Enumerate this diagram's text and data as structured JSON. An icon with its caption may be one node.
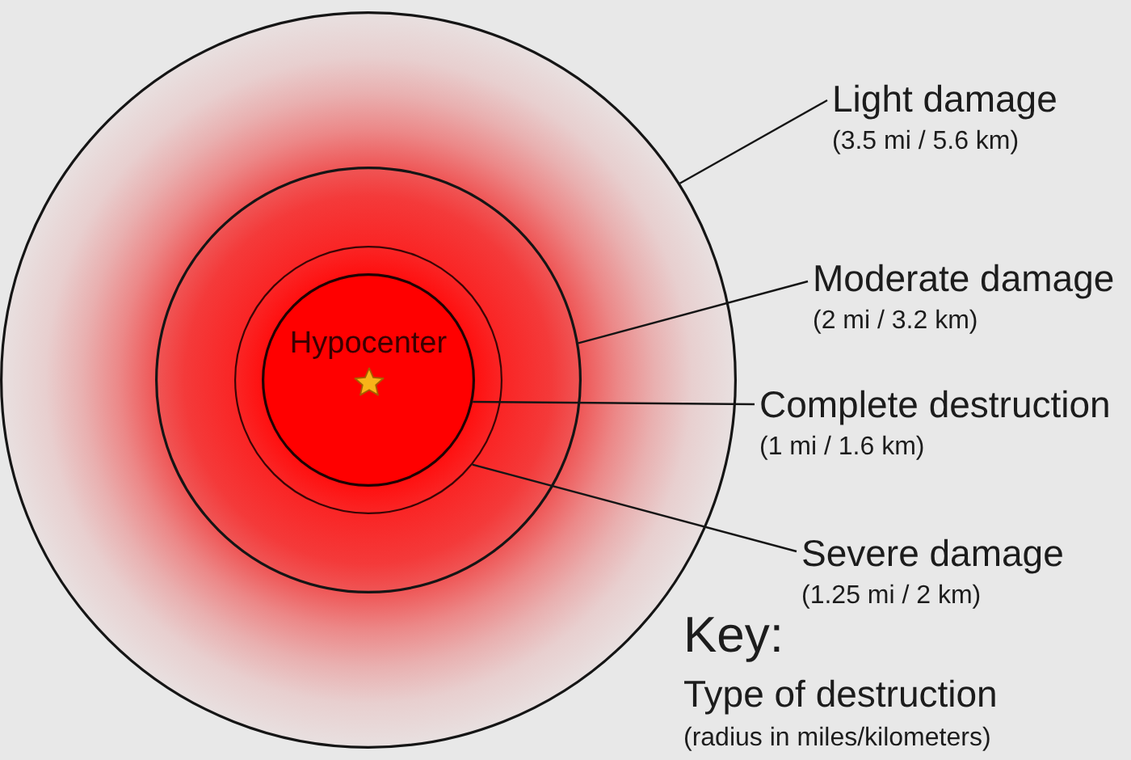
{
  "diagram": {
    "nodes": [
      {
        "text": [],
        "shape": "circle"
      },
      {
        "text": [],
        "shape": "circle",
        "in": 0
      },
      {
        "text": [],
        "shape": "circle",
        "in": 1
      },
      {
        "text": [
          "Hypocenter"
        ],
        "in": 2
      },
      {
        "text": [
          "Light damage",
          "(3.5 mi / 5.6 km)"
        ]
      },
      {
        "text": [
          "Moderate damage",
          "(2 mi / 3.2 km)"
        ]
      },
      {
        "text": [
          "Complete destruction",
          "(1 mi / 1.6 km)"
        ]
      },
      {
        "text": [
          "Severe damage",
          "(1.25 mi / 2 km)"
        ]
      }
    ],
    "edges": [
      {
        "from": 4,
        "to": 0,
        "arrow": "none"
      },
      {
        "from": 5,
        "to": 1,
        "arrow": "none"
      },
      {
        "from": 6,
        "to": 3,
        "arrow": "none"
      },
      {
        "from": 7,
        "to": 2,
        "arrow": "none"
      }
    ],
    "labels": [
      "Key:",
      "Type of destruction",
      "(radius in miles/kilometers)"
    ]
  }
}
